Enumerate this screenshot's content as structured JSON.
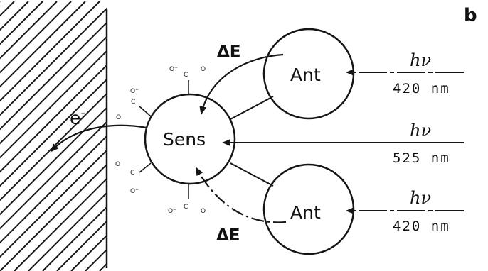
{
  "panel_label": "b",
  "electron_label": "e",
  "electron_charge": "-",
  "sensitizer_label": "Sens",
  "antenna_top_label": "Ant",
  "antenna_bottom_label": "Ant",
  "energy_transfer_top": "ΔE",
  "energy_transfer_bottom": "ΔE",
  "photon_top": "hν",
  "photon_top_wavelength": "420 nm",
  "photon_middle": "hν",
  "photon_middle_wavelength": "525 nm",
  "photon_bottom": "hν",
  "photon_bottom_wavelength": "420 nm",
  "carboxylate_o_minus": "O⁻",
  "carboxylate_c": "C",
  "carboxylate_o": "O",
  "colors": {
    "ink": "#151515",
    "background": "#ffffff"
  }
}
